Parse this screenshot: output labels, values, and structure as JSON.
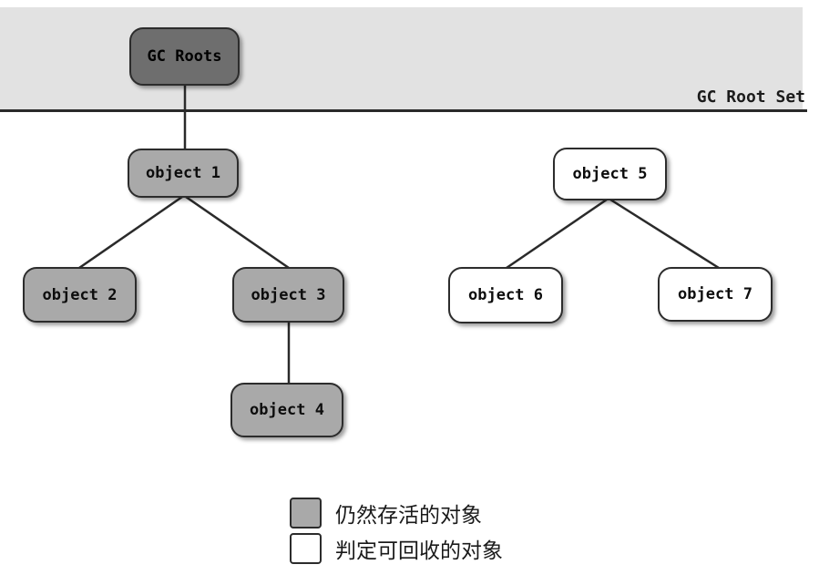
{
  "band": {
    "label": "GC Root Set"
  },
  "nodes": [
    {
      "id": "gc-roots",
      "label": "GC Roots",
      "type": "root"
    },
    {
      "id": "object-1",
      "label": "object 1",
      "type": "alive"
    },
    {
      "id": "object-2",
      "label": "object 2",
      "type": "alive"
    },
    {
      "id": "object-3",
      "label": "object 3",
      "type": "alive"
    },
    {
      "id": "object-4",
      "label": "object 4",
      "type": "alive"
    },
    {
      "id": "object-5",
      "label": "object 5",
      "type": "recyclable"
    },
    {
      "id": "object-6",
      "label": "object 6",
      "type": "recyclable"
    },
    {
      "id": "object-7",
      "label": "object 7",
      "type": "recyclable"
    }
  ],
  "edges": [
    {
      "from": "gc-roots",
      "to": "object-1"
    },
    {
      "from": "object-1",
      "to": "object-2"
    },
    {
      "from": "object-1",
      "to": "object-3"
    },
    {
      "from": "object-3",
      "to": "object-4"
    },
    {
      "from": "object-5",
      "to": "object-6"
    },
    {
      "from": "object-5",
      "to": "object-7"
    }
  ],
  "legend": [
    {
      "swatch": "alive",
      "label": "仍然存活的对象"
    },
    {
      "swatch": "recyclable",
      "label": "判定可回收的对象"
    }
  ],
  "colors": {
    "band": "#e2e2e2",
    "line": "#2a2a2a",
    "root_fill": "#6e6e6e",
    "alive_fill": "#a9a9a9",
    "recyclable_fill": "#ffffff"
  }
}
